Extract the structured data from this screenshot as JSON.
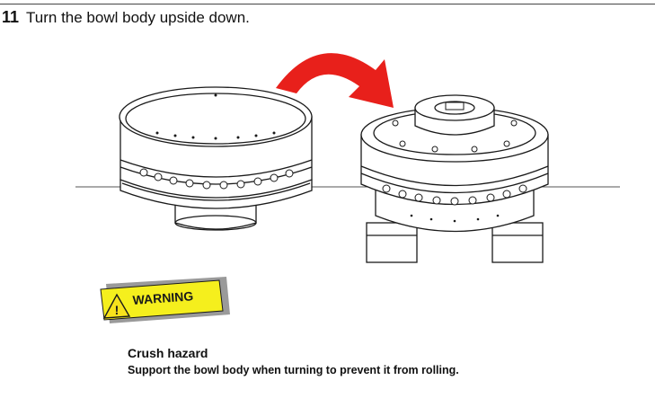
{
  "step": {
    "number": "11",
    "instruction": "Turn the bowl body upside down."
  },
  "warning": {
    "label": "WARNING",
    "hazard_title": "Crush hazard",
    "hazard_text": "Support the bowl body when turning to prevent it from rolling."
  },
  "colors": {
    "arrow": "#e8201b",
    "warning_fill": "#f5ef1d",
    "warning_shadow": "#9a9a9a",
    "triangle_fill": "#f7e21c",
    "line": "#1a1a1a"
  },
  "icons": [
    "rotate-arrow-icon",
    "warning-triangle-icon"
  ]
}
